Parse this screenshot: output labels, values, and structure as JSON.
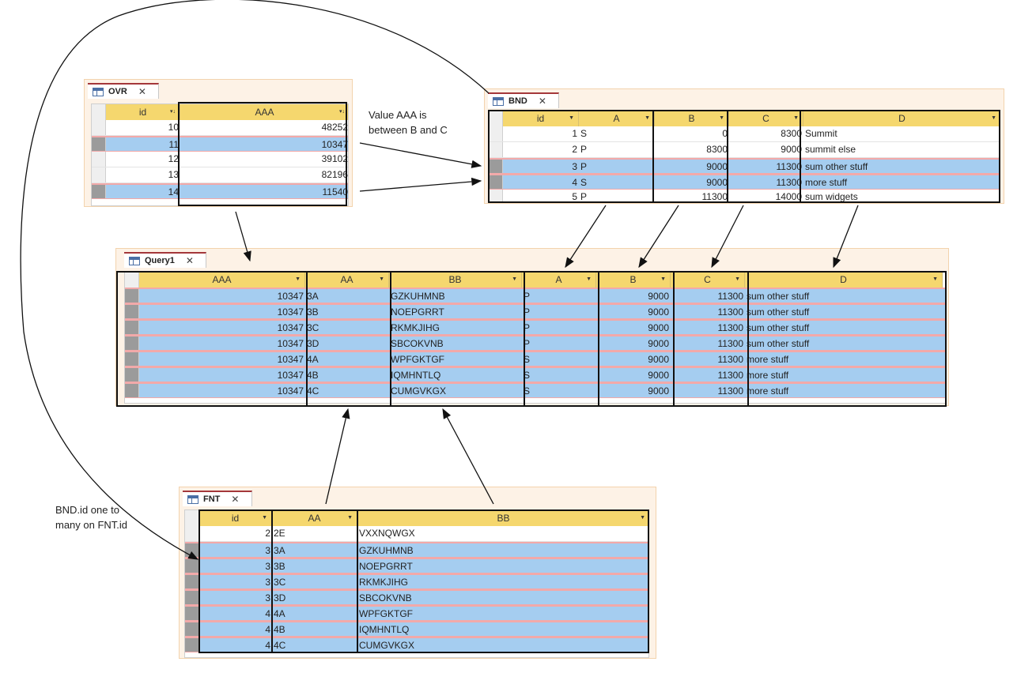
{
  "ovr": {
    "tab": "OVR",
    "columns": [
      "id",
      "AAA"
    ],
    "rows": [
      {
        "id": "10",
        "AAA": "48252",
        "sel": false
      },
      {
        "id": "11",
        "AAA": "10347",
        "sel": true
      },
      {
        "id": "12",
        "AAA": "39102",
        "sel": false
      },
      {
        "id": "13",
        "AAA": "82196",
        "sel": false
      },
      {
        "id": "14",
        "AAA": "11540",
        "sel": true
      }
    ]
  },
  "bnd": {
    "tab": "BND",
    "columns": [
      "id",
      "A",
      "B",
      "C",
      "D"
    ],
    "rows": [
      {
        "id": "1",
        "A": "S",
        "B": "0",
        "C": "8300",
        "D": "Summit",
        "sel": false
      },
      {
        "id": "2",
        "A": "P",
        "B": "8300",
        "C": "9000",
        "D": "summit else",
        "sel": false
      },
      {
        "id": "3",
        "A": "P",
        "B": "9000",
        "C": "11300",
        "D": "sum other stuff",
        "sel": true
      },
      {
        "id": "4",
        "A": "S",
        "B": "9000",
        "C": "11300",
        "D": "more stuff",
        "sel": true
      },
      {
        "id": "5",
        "A": "P",
        "B": "11300",
        "C": "14000",
        "D": "sum widgets",
        "sel": false
      }
    ]
  },
  "query": {
    "tab": "Query1",
    "columns": [
      "AAA",
      "AA",
      "BB",
      "A",
      "B",
      "C",
      "D"
    ],
    "rows": [
      {
        "AAA": "10347",
        "AA": "3A",
        "BB": "GZKUHMNB",
        "A": "P",
        "B": "9000",
        "C": "11300",
        "D": "sum other stuff"
      },
      {
        "AAA": "10347",
        "AA": "3B",
        "BB": "NOEPGRRT",
        "A": "P",
        "B": "9000",
        "C": "11300",
        "D": "sum other stuff"
      },
      {
        "AAA": "10347",
        "AA": "3C",
        "BB": "RKMKJIHG",
        "A": "P",
        "B": "9000",
        "C": "11300",
        "D": "sum other stuff"
      },
      {
        "AAA": "10347",
        "AA": "3D",
        "BB": "SBCOKVNB",
        "A": "P",
        "B": "9000",
        "C": "11300",
        "D": "sum other stuff"
      },
      {
        "AAA": "10347",
        "AA": "4A",
        "BB": "WPFGKTGF",
        "A": "S",
        "B": "9000",
        "C": "11300",
        "D": "more stuff"
      },
      {
        "AAA": "10347",
        "AA": "4B",
        "BB": "IQMHNTLQ",
        "A": "S",
        "B": "9000",
        "C": "11300",
        "D": "more stuff"
      },
      {
        "AAA": "10347",
        "AA": "4C",
        "BB": "CUMGVKGX",
        "A": "S",
        "B": "9000",
        "C": "11300",
        "D": "more stuff"
      }
    ]
  },
  "fnt": {
    "tab": "FNT",
    "columns": [
      "id",
      "AA",
      "BB"
    ],
    "rows": [
      {
        "id": "2",
        "AA": "2E",
        "BB": "VXXNQWGX",
        "sel": false
      },
      {
        "id": "3",
        "AA": "3A",
        "BB": "GZKUHMNB",
        "sel": true
      },
      {
        "id": "3",
        "AA": "3B",
        "BB": "NOEPGRRT",
        "sel": true
      },
      {
        "id": "3",
        "AA": "3C",
        "BB": "RKMKJIHG",
        "sel": true
      },
      {
        "id": "3",
        "AA": "3D",
        "BB": "SBCOKVNB",
        "sel": true
      },
      {
        "id": "4",
        "AA": "4A",
        "BB": "WPFGKTGF",
        "sel": true
      },
      {
        "id": "4",
        "AA": "4B",
        "BB": "IQMHNTLQ",
        "sel": true
      },
      {
        "id": "4",
        "AA": "4C",
        "BB": "CUMGVKGX",
        "sel": true
      }
    ]
  },
  "notes": {
    "between_line1": "Value AAA is",
    "between_line2": "between B and C",
    "relation_line1": "BND.id one to",
    "relation_line2": "many on FNT.id"
  }
}
